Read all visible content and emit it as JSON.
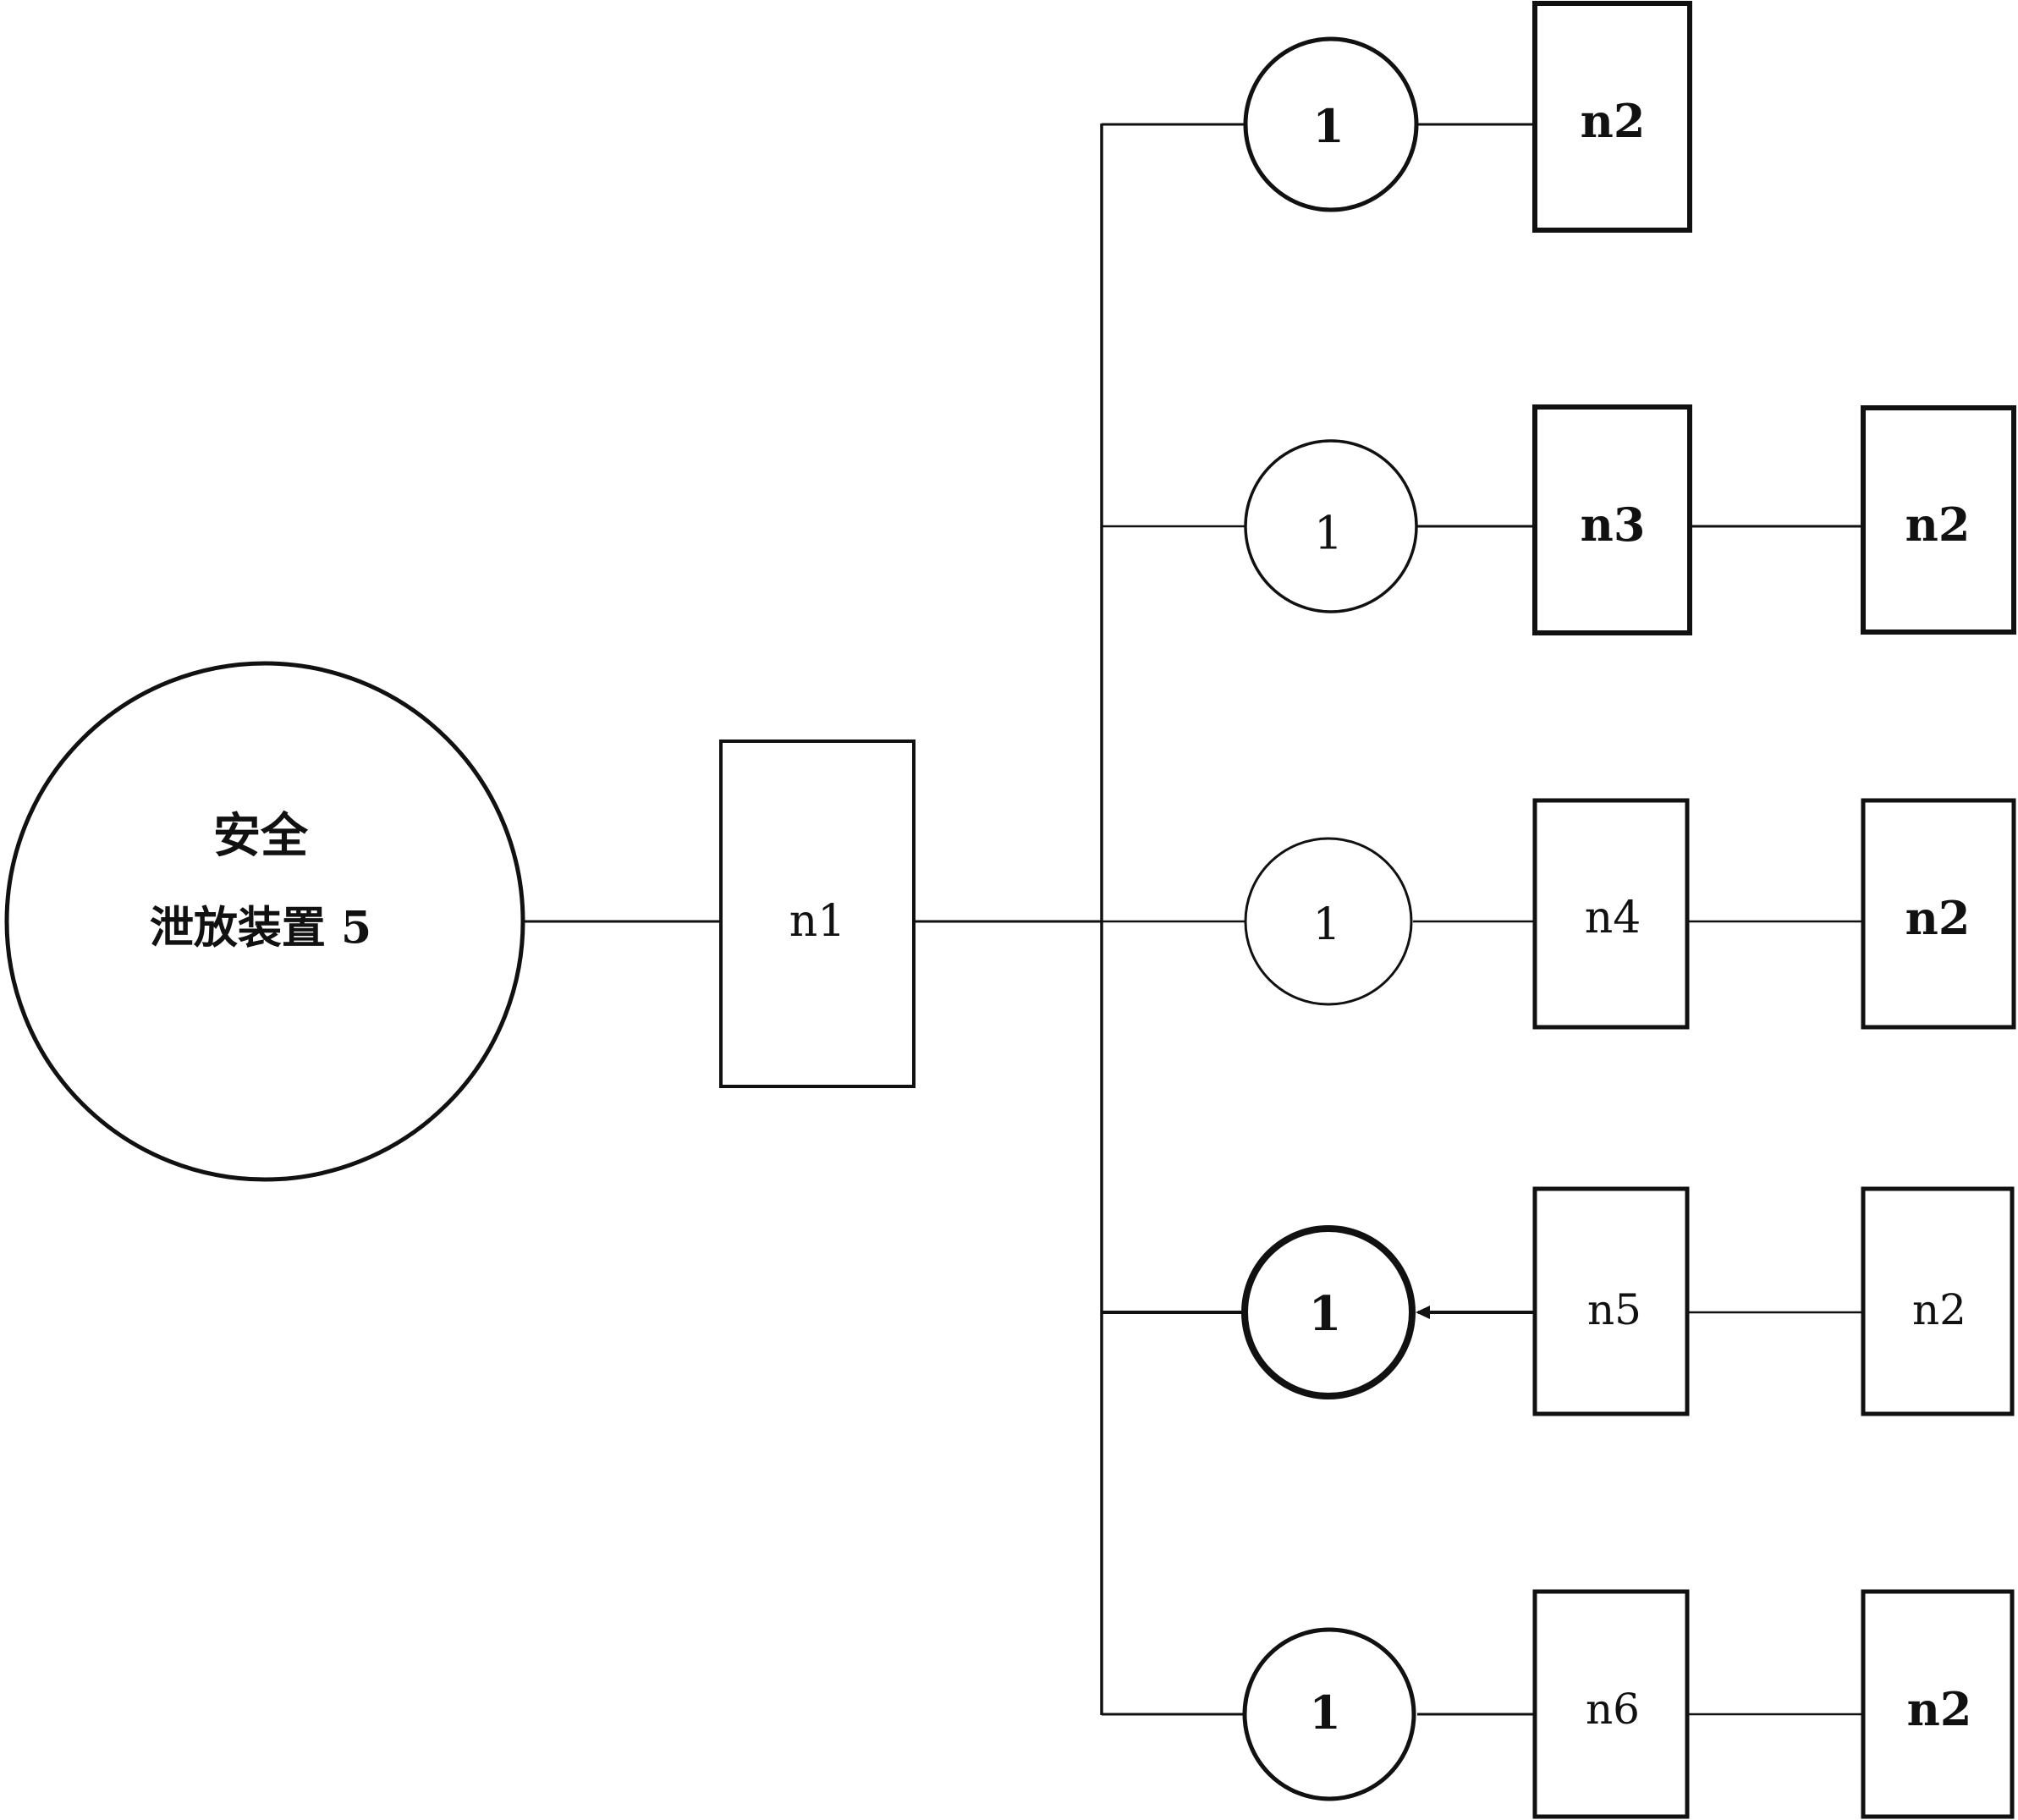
{
  "diagram": {
    "source": {
      "line1": "安全",
      "line2": "泄放装置 5"
    },
    "hub": {
      "label": "n1"
    },
    "branches": [
      {
        "circle": "1",
        "boxes": [
          "n2"
        ]
      },
      {
        "circle": "1",
        "boxes": [
          "n3",
          "n2"
        ]
      },
      {
        "circle": "1",
        "boxes": [
          "n4",
          "n2"
        ]
      },
      {
        "circle": "1",
        "boxes": [
          "n5",
          "n2"
        ]
      },
      {
        "circle": "1",
        "boxes": [
          "n6",
          "n2"
        ]
      }
    ]
  }
}
